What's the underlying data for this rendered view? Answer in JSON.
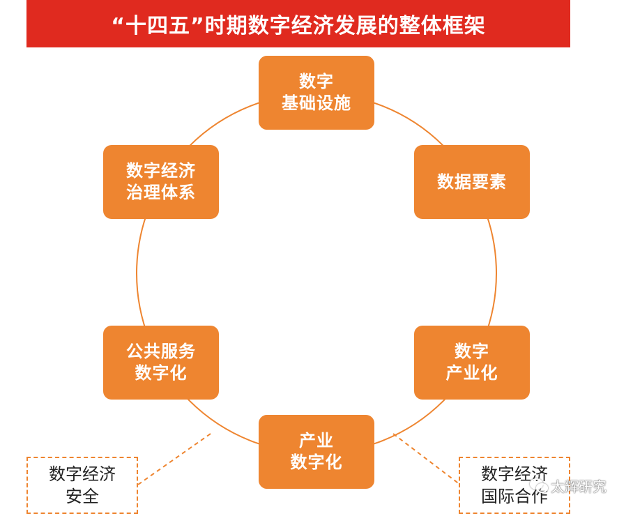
{
  "title": "“十四五”时期数字经济发展的整体框架",
  "nodes": {
    "top": {
      "line1": "数字",
      "line2": "基础设施"
    },
    "right_upper": {
      "line1": "数据要素"
    },
    "right_lower": {
      "line1": "数字",
      "line2": "产业化"
    },
    "bottom": {
      "line1": "产业",
      "line2": "数字化"
    },
    "left_lower": {
      "line1": "公共服务",
      "line2": "数字化"
    },
    "left_upper": {
      "line1": "数字经济",
      "line2": "治理体系"
    }
  },
  "side_boxes": {
    "left": {
      "line1": "数字经济",
      "line2": "安全"
    },
    "right": {
      "line1": "数字经济",
      "line2": "国际合作"
    }
  },
  "watermark": {
    "text": "太辉研究",
    "icon": "wechat-icon"
  },
  "colors": {
    "title_bg": "#e02a1f",
    "node_fill": "#ee8530",
    "ring_stroke": "#ee8530"
  }
}
